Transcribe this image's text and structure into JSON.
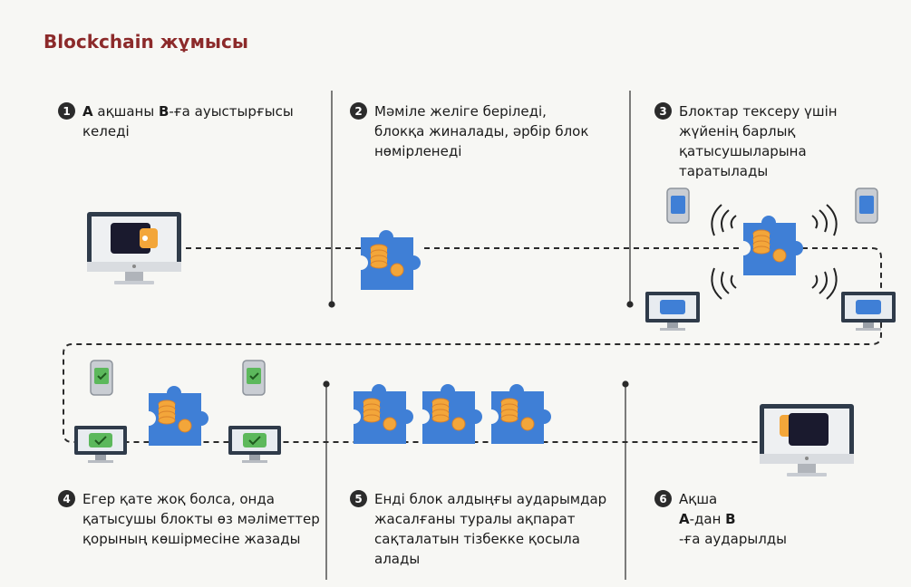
{
  "title": "Blockchain жұмысы",
  "steps": [
    {
      "num": "1",
      "parts": [
        {
          "t": "A",
          "b": true
        },
        {
          "t": " ақшаны ",
          "b": false
        },
        {
          "t": "B",
          "b": true
        },
        {
          "t": "-ға ауыстырғысы келеді",
          "b": false
        }
      ]
    },
    {
      "num": "2",
      "text": "Мәміле желіге беріледі, блокқа жиналады, әрбір блок нөмірленеді"
    },
    {
      "num": "3",
      "text": "Блоктар тексеру үшін жүйенің барлық қатысушыларына таратылады"
    },
    {
      "num": "4",
      "text": "Егер қате жоқ болса, онда қатысушы блокты өз мәліметтер қорының көшірмесіне жазады"
    },
    {
      "num": "5",
      "text": "Енді блок алдыңғы аударымдар жасалғаны туралы ақпарат сақталатын тізбекке қосыла алады"
    },
    {
      "num": "6",
      "parts": [
        {
          "t": "Ақша",
          "b": false
        },
        {
          "t": "\n",
          "b": false
        },
        {
          "t": "A",
          "b": true
        },
        {
          "t": "-дан ",
          "b": false
        },
        {
          "t": "B",
          "b": true
        },
        {
          "t": "-ға аударылды",
          "b": false
        }
      ]
    }
  ],
  "colors": {
    "title": "#8c2a2a",
    "block": "#3f7fd6",
    "coin": "#f3a63a",
    "check": "#5cb85c",
    "monitor": "#1a1a2e"
  }
}
